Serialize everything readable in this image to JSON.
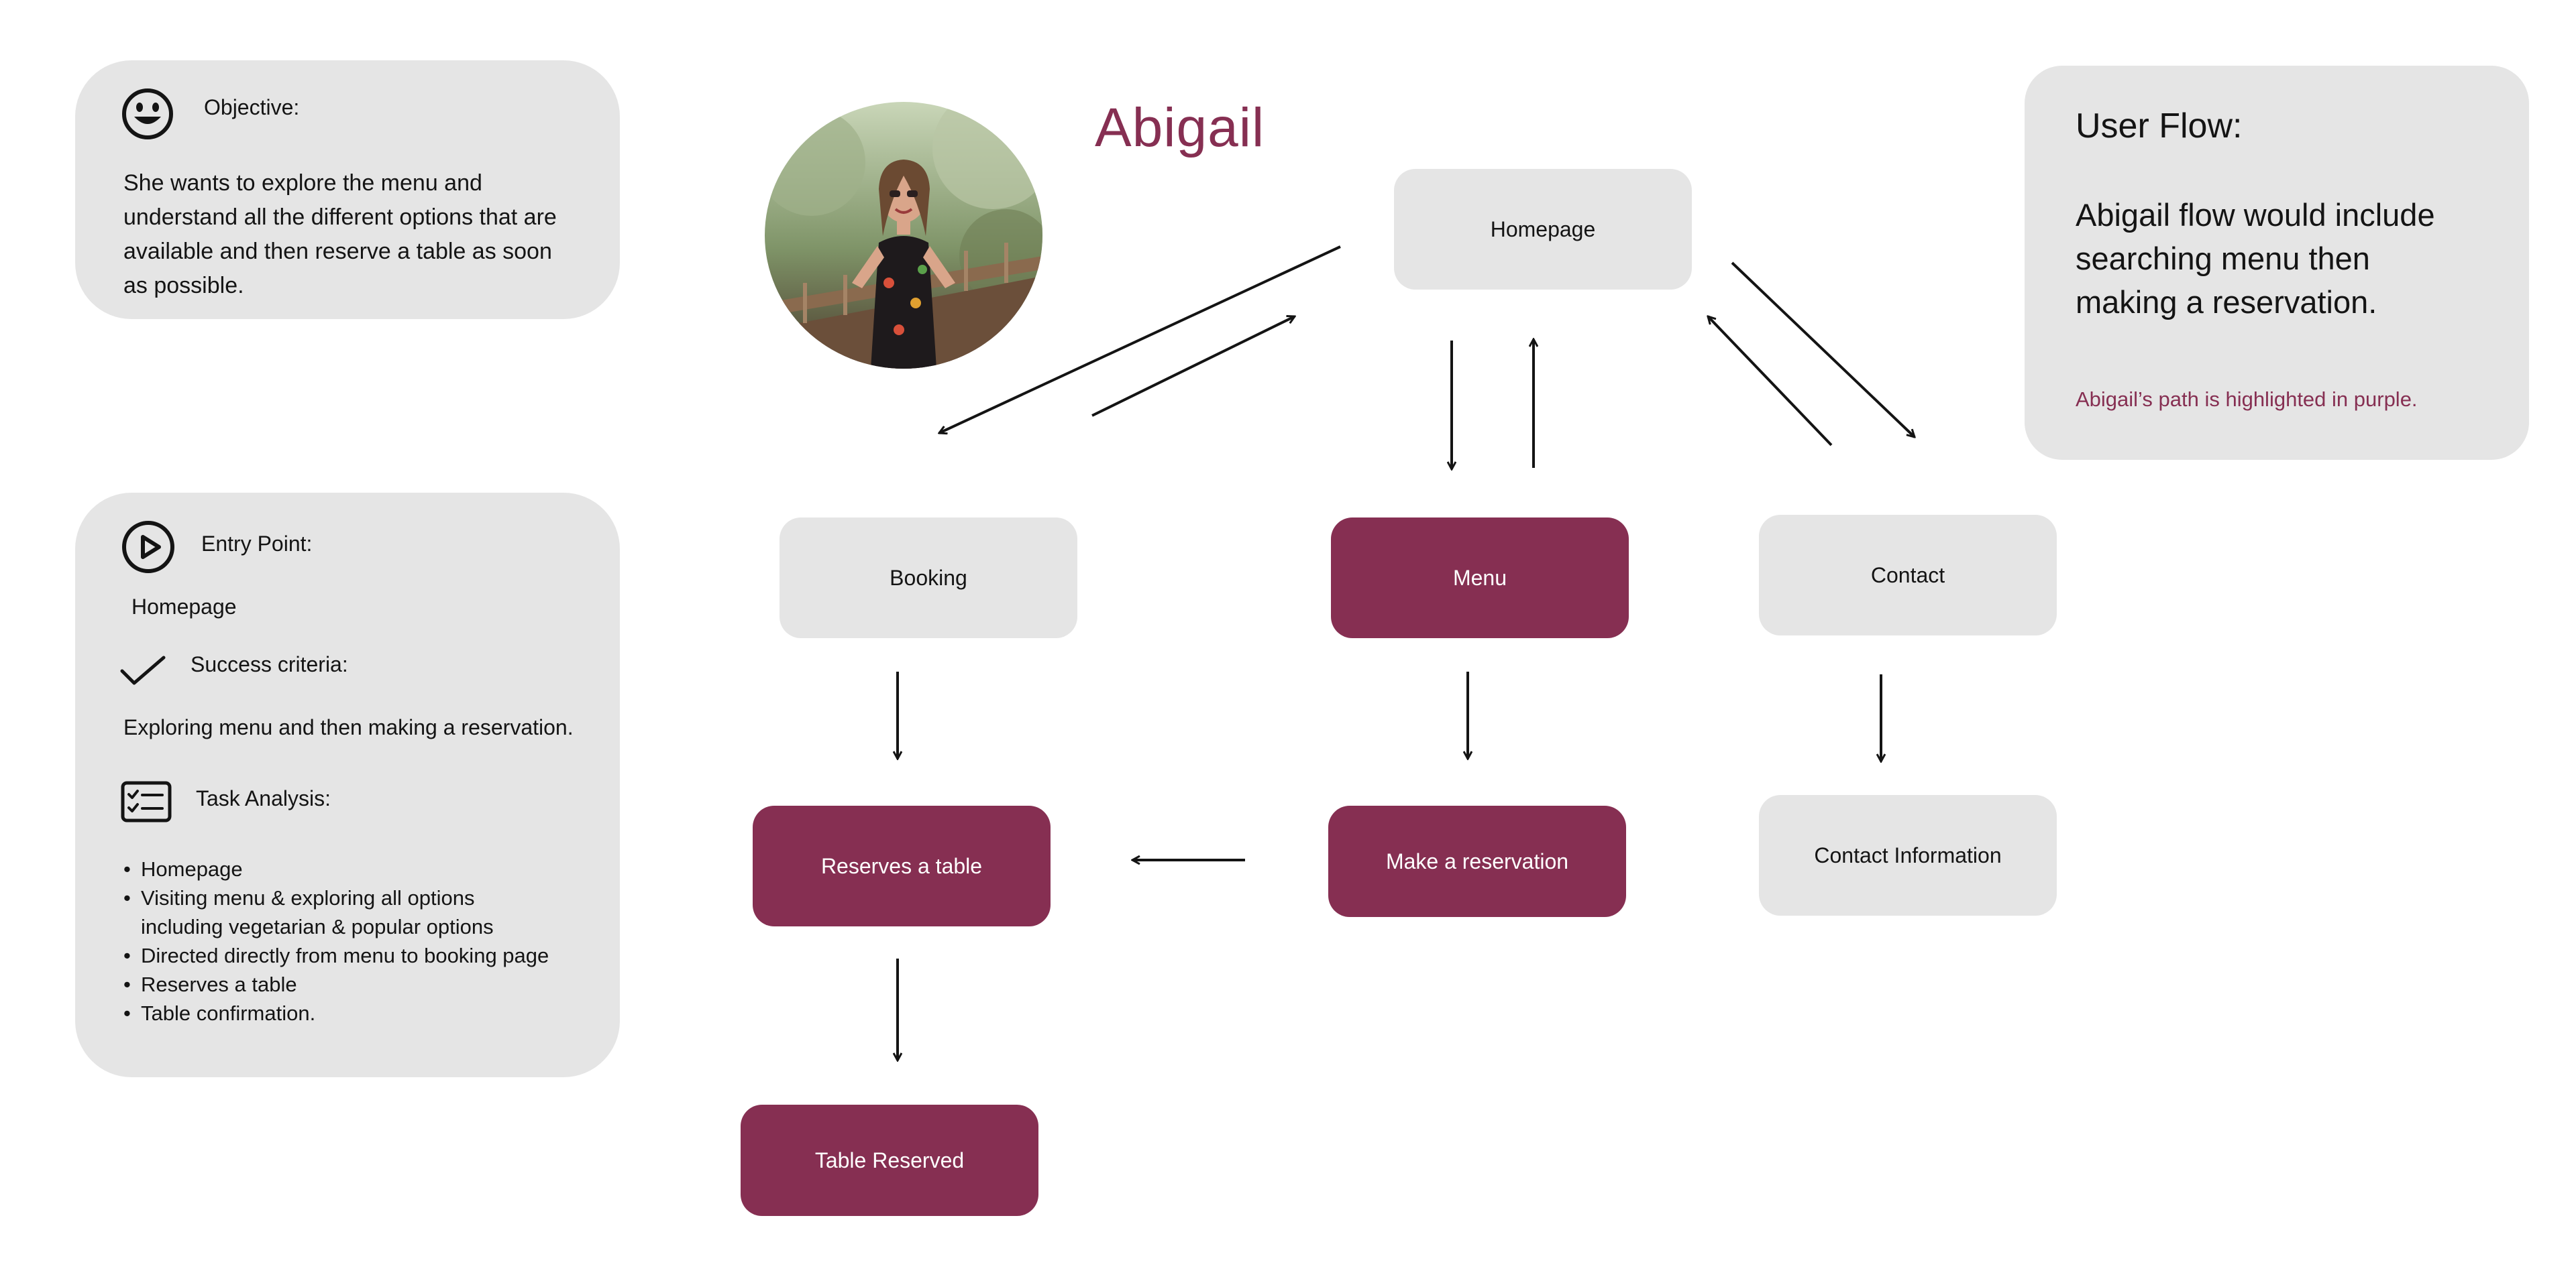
{
  "persona": {
    "name": "Abigail",
    "avatar_icon": "persona-photo"
  },
  "objective": {
    "icon": "smiley-face-icon",
    "title": "Objective:",
    "body": "She wants to explore the menu and understand all the different options that are available and then reserve a table as soon as possible."
  },
  "entry": {
    "entry_icon": "play-circle-icon",
    "entry_title": "Entry Point:",
    "entry_value": "Homepage",
    "success_icon": "checkmark-icon",
    "success_title": "Success criteria:",
    "success_value": "Exploring menu and then making a reservation.",
    "task_icon": "checklist-icon",
    "task_title": "Task Analysis:",
    "tasks": [
      "Homepage",
      "Visiting menu & exploring all options including vegetarian & popular options",
      "Directed directly from menu to booking page",
      "Reserves a table",
      "Table confirmation."
    ]
  },
  "user_flow": {
    "title": "User Flow:",
    "body": "Abigail flow would include searching menu then making a reservation.",
    "note": "Abigail’s path is highlighted  in purple."
  },
  "nodes": {
    "homepage": "Homepage",
    "booking": "Booking",
    "menu": "Menu",
    "contact": "Contact",
    "reserves": "Reserves a table",
    "make_reservation": "Make a reservation",
    "contact_info": "Contact Information",
    "table_reserved": "Table Reserved"
  },
  "colors": {
    "highlight": "#862f52",
    "panel": "#e5e5e5",
    "text": "#141414"
  }
}
